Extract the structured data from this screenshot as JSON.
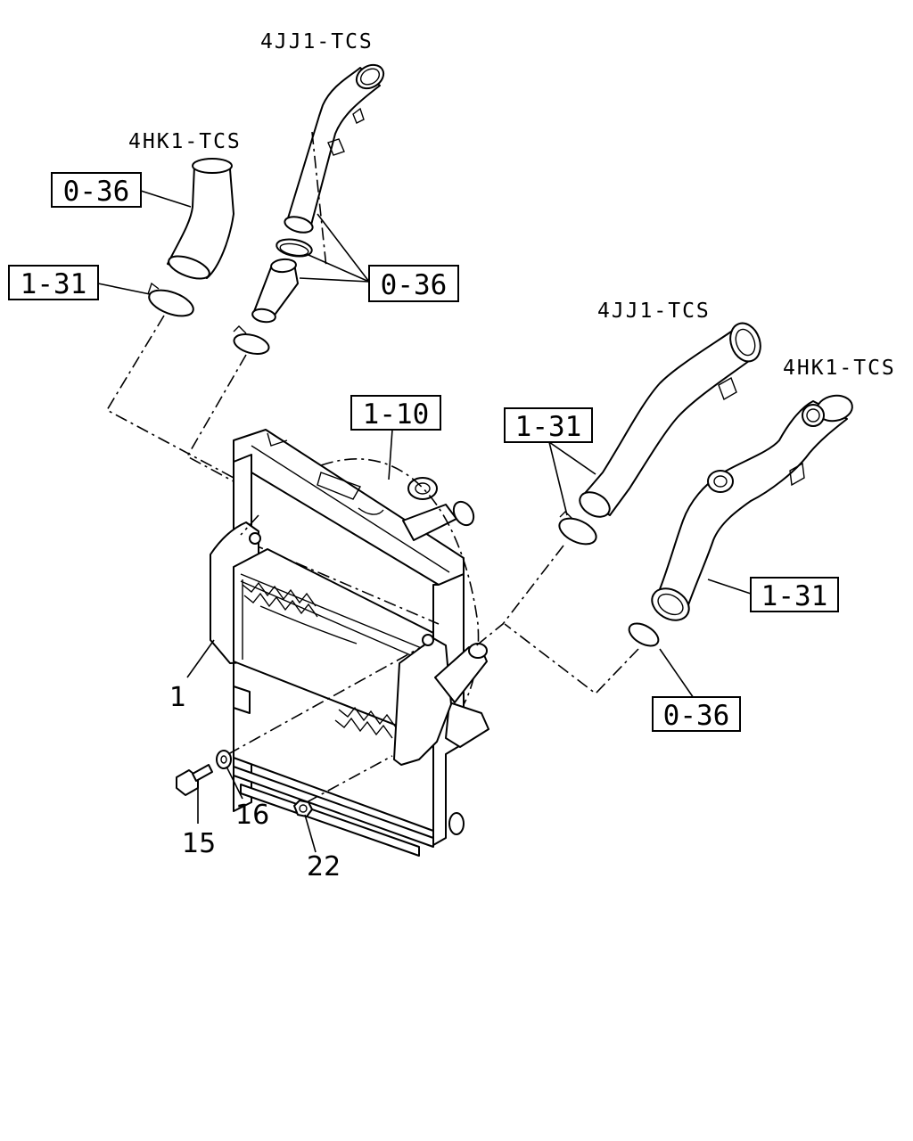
{
  "variant_labels": {
    "top_4jj1": "4JJ1-TCS",
    "top_4hk1": "4HK1-TCS",
    "right_4jj1": "4JJ1-TCS",
    "right_4hk1": "4HK1-TCS"
  },
  "reference_boxes": {
    "ref_0_36_top_left": "0-36",
    "ref_1_31_top_left": "1-31",
    "ref_0_36_top_center": "0-36",
    "ref_1_10": "1-10",
    "ref_1_31_right_upper": "1-31",
    "ref_1_31_right_lower": "1-31",
    "ref_0_36_bottom_right": "0-36"
  },
  "part_numbers": {
    "p1": "1",
    "p15": "15",
    "p16": "16",
    "p22": "22"
  }
}
